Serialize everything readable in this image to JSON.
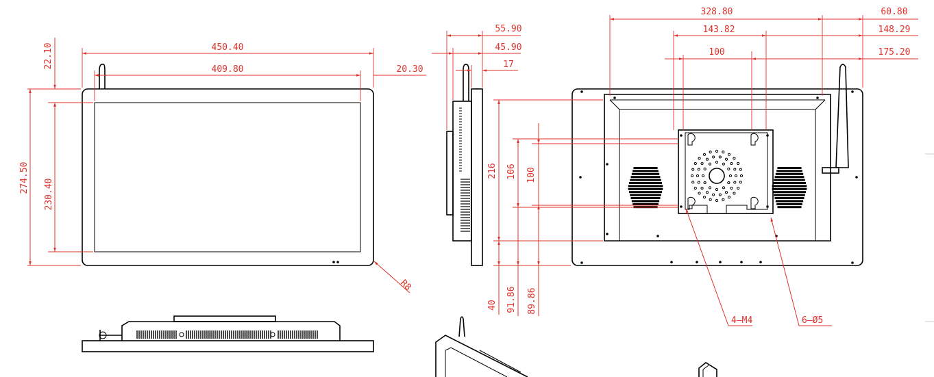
{
  "colors": {
    "dimension": "#e0312a",
    "object": "#000000",
    "background": "#ffffff"
  },
  "front_view": {
    "width": "450.40",
    "inner_width": "409.80",
    "right_offset": "20.30",
    "top_offset": "22.10",
    "height": "274.50",
    "inner_height": "230.40",
    "corner_radius": "R8"
  },
  "side_view": {
    "depth_total": "55.90",
    "depth_body": "45.90",
    "depth_bezel": "17"
  },
  "rear_view": {
    "span_1": "328.80",
    "span_2": "143.82",
    "span_3": "100",
    "right_1": "60.80",
    "right_2": "148.29",
    "right_3": "175.20",
    "height_216": "216",
    "height_106": "106",
    "height_100": "100",
    "bottom_40": "40",
    "bottom_9186": "91.86",
    "bottom_8986": "89.86",
    "label_m4": "4—M4",
    "label_hole": "6—Ø5"
  }
}
